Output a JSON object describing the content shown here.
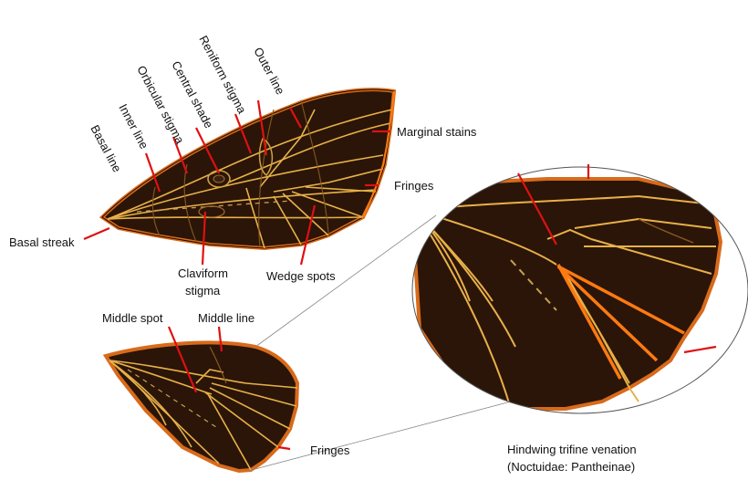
{
  "forewing_labels": {
    "basal_line": "Basal line",
    "inner_line": "Inner line",
    "orbicular_stigma": "Orbicular stigma",
    "central_shade": "Central shade",
    "reniform_stigma": "Reniform stigma",
    "outer_line": "Outer line",
    "marginal_stains": "Marginal stains",
    "fringes": "Fringes",
    "basal_streak": "Basal streak",
    "claviform_stigma_1": "Claviform",
    "claviform_stigma_2": "stigma",
    "wedge_spots": "Wedge spots"
  },
  "hindwing_labels": {
    "middle_spot": "Middle spot",
    "middle_line": "Middle line",
    "fringes": "Fringes"
  },
  "caption": {
    "line1": "Hindwing trifine venation",
    "line2": "(Noctuidae: Pantheinae)"
  },
  "colors": {
    "wing_fill": "#2a1508",
    "vein": "#e8b048",
    "highlight_vein": "#ff7a10",
    "pointer": "#e01010",
    "fringe": "#d86a1a"
  }
}
